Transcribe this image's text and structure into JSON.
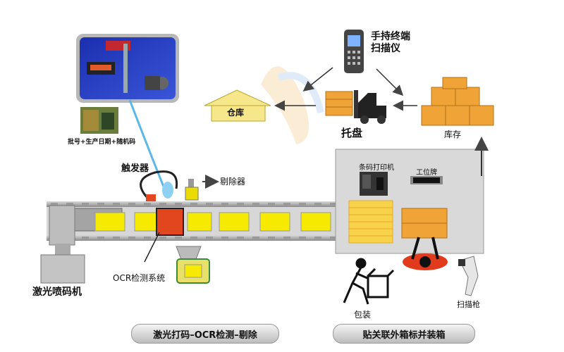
{
  "labels": {
    "handheld": "手持终端\n扫描仪",
    "warehouse": "仓库",
    "pallet": "托盘",
    "stock": "库存",
    "batch_info": "批号+生产日期+随机码",
    "barcode_printer": "条码打印机",
    "workstation": "工位牌",
    "trigger": "触发器",
    "rejector": "剔除器",
    "ocr": "OCR检测系统",
    "laser": "激光喷码机",
    "packing": "包装",
    "scanner": "扫描枪"
  },
  "captions": {
    "left": "激光打码–OCR检测–剔除",
    "right": "贴关联外箱标并装箱"
  },
  "colors": {
    "product": "#f5ea00",
    "conveyor": "#8c8c8c",
    "carton": "#f0a437",
    "ocr_box": "#e2461f",
    "camera_frame": "#b8b8b8"
  }
}
